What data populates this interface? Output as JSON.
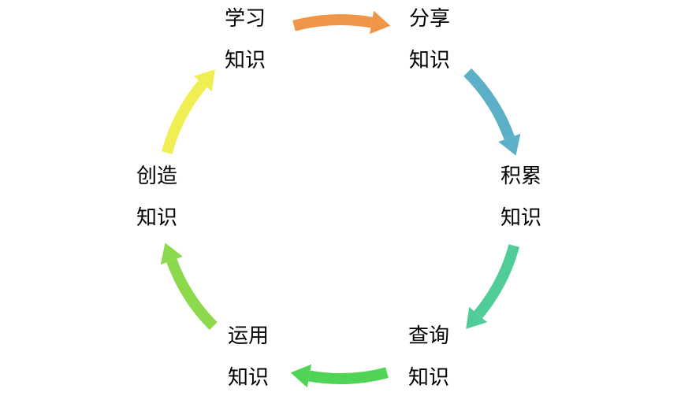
{
  "canvas": {
    "background": "#FFFFFF",
    "text_color": "#000000"
  },
  "nodes": [
    {
      "id": "learn",
      "line1": "学习",
      "line2": "知识"
    },
    {
      "id": "share",
      "line1": "分享",
      "line2": "知识"
    },
    {
      "id": "accumulate",
      "line1": "积累",
      "line2": "知识"
    },
    {
      "id": "query",
      "line1": "查询",
      "line2": "知识"
    },
    {
      "id": "apply",
      "line1": "运用",
      "line2": "知识"
    },
    {
      "id": "create",
      "line1": "创造",
      "line2": "知识"
    }
  ],
  "arrows": [
    {
      "name": "learn-to-share",
      "from": "学习知识",
      "to": "分享知识",
      "color": "#F0964A"
    },
    {
      "name": "share-to-accumulate",
      "from": "分享知识",
      "to": "积累知识",
      "color": "#5BB0C7"
    },
    {
      "name": "accumulate-to-query",
      "from": "积累知识",
      "to": "查询知识",
      "color": "#50CC99"
    },
    {
      "name": "query-to-apply",
      "from": "查询知识",
      "to": "运用知识",
      "color": "#4FD455"
    },
    {
      "name": "apply-to-create",
      "from": "运用知识",
      "to": "创造知识",
      "color": "#8CD94E"
    },
    {
      "name": "create-to-learn",
      "from": "创造知识",
      "to": "学习知识",
      "color": "#EFEE52"
    }
  ]
}
